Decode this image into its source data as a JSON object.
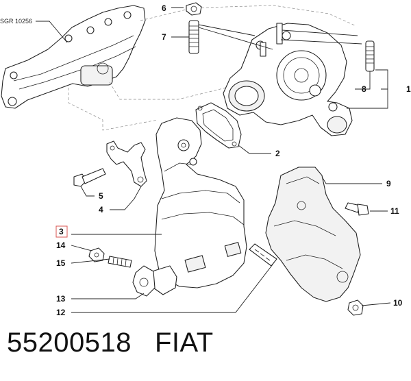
{
  "diagram": {
    "reference_code": "SGR 10256",
    "callouts": [
      {
        "id": "c1",
        "label": "1"
      },
      {
        "id": "c2",
        "label": "2"
      },
      {
        "id": "c3",
        "label": "3"
      },
      {
        "id": "c4",
        "label": "4"
      },
      {
        "id": "c5",
        "label": "5"
      },
      {
        "id": "c6",
        "label": "6"
      },
      {
        "id": "c7",
        "label": "7"
      },
      {
        "id": "c8",
        "label": "8"
      },
      {
        "id": "c9",
        "label": "9"
      },
      {
        "id": "c10",
        "label": "10"
      },
      {
        "id": "c11",
        "label": "11"
      },
      {
        "id": "c12",
        "label": "12"
      },
      {
        "id": "c13",
        "label": "13"
      },
      {
        "id": "c14",
        "label": "14"
      },
      {
        "id": "c15",
        "label": "15"
      }
    ],
    "highlight_color": "#d9534f"
  },
  "footer": {
    "part_number": "55200518",
    "brand": "FIAT"
  }
}
